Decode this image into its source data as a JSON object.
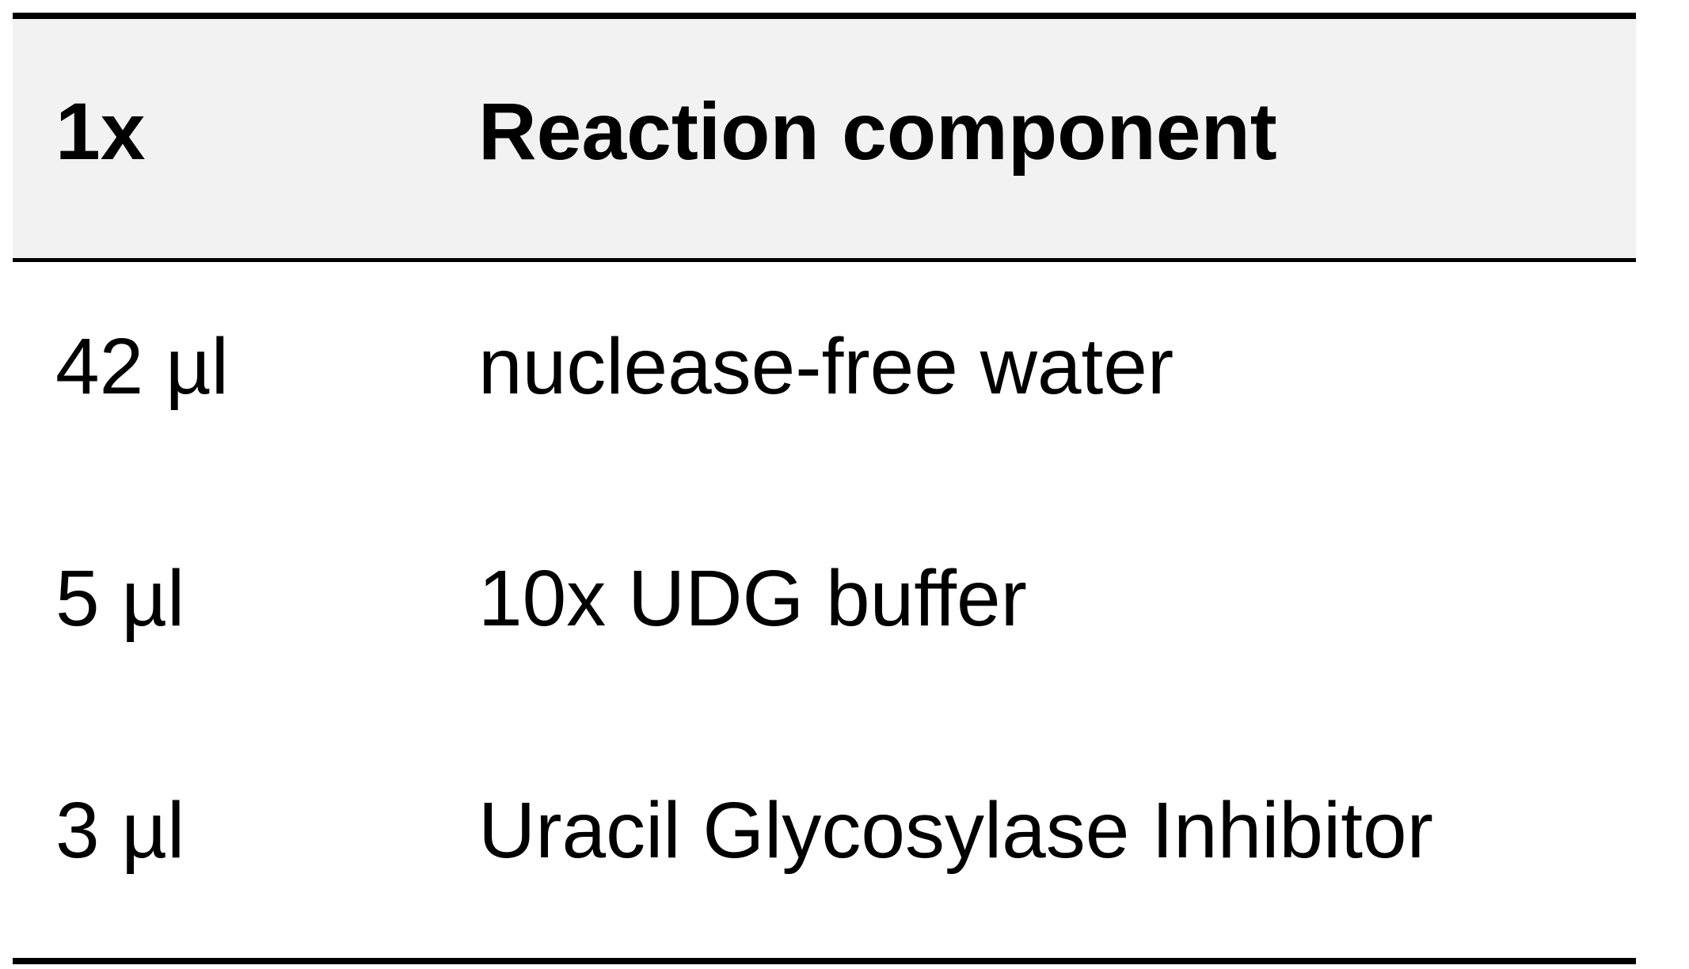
{
  "table": {
    "headers": [
      "1x",
      "Reaction component"
    ],
    "rows": [
      [
        "42 µl",
        "nuclease-free water"
      ],
      [
        "5 µl",
        "10x UDG buffer"
      ],
      [
        "3 µl",
        "Uracil Glycosylase Inhibitor"
      ]
    ]
  },
  "colors": {
    "header_background": "#f2f2f2",
    "rule": "#000000",
    "text": "#000000"
  }
}
